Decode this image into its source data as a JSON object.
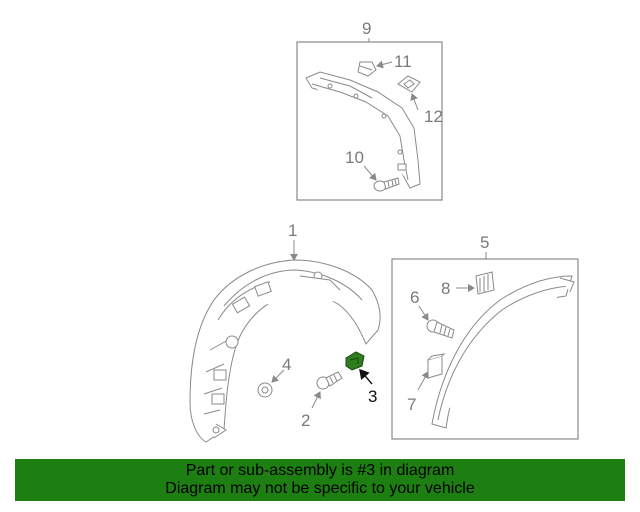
{
  "callouts": {
    "c1": "1",
    "c2": "2",
    "c3": "3",
    "c4": "4",
    "c5": "5",
    "c6": "6",
    "c7": "7",
    "c8": "8",
    "c9": "9",
    "c10": "10",
    "c11": "11",
    "c12": "12"
  },
  "highlighted_part": "3",
  "colors": {
    "banner": "#1d7f12",
    "highlight_part": "#2e7d1e",
    "line": "#8a8a8a"
  },
  "banner": {
    "line1": "Part or sub-assembly is #3 in diagram",
    "line2": "Diagram may not be specific to your vehicle"
  }
}
